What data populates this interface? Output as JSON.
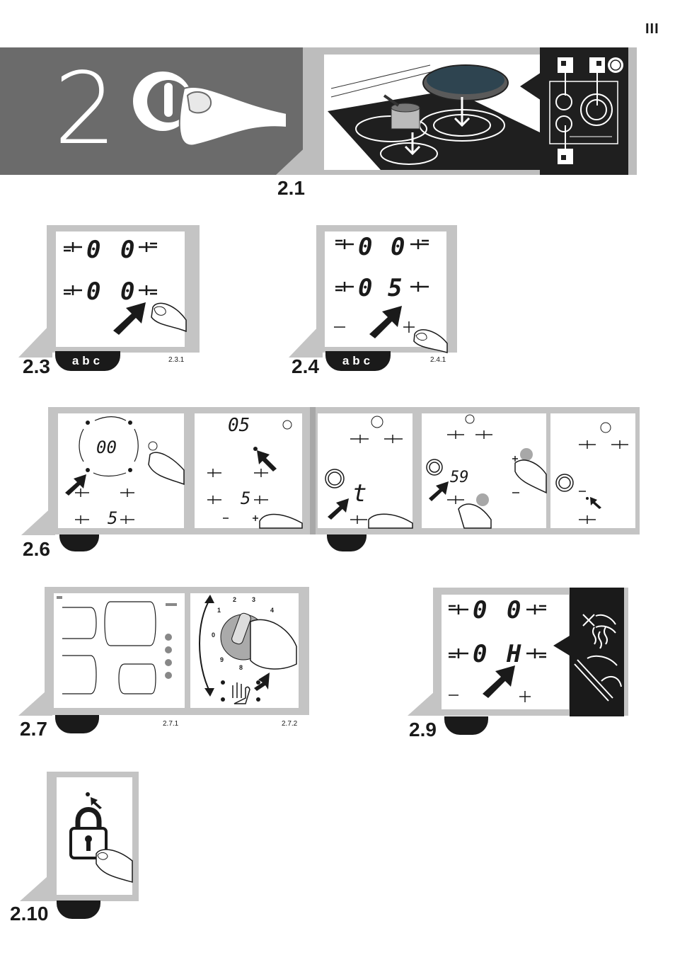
{
  "page": {
    "roman_numeral": "III",
    "chapter_number": "2"
  },
  "sections": {
    "s21": {
      "label": "2.1"
    },
    "s23": {
      "label": "2.3",
      "tab": "abc",
      "sub": "2.3.1",
      "display": {
        "top_left": "0",
        "top_right": "0",
        "bottom_left": "0",
        "bottom_right": "0"
      }
    },
    "s24": {
      "label": "2.4",
      "tab": "abc",
      "sub": "2.4.1",
      "display": {
        "top_left": "0",
        "top_right": "0",
        "bottom_left": "0",
        "bottom_right": "5"
      }
    },
    "s26": {
      "label": "2.6",
      "panel1": {
        "value": "00",
        "bottom": "5"
      },
      "panel2": {
        "value": "05",
        "bottom": "5"
      },
      "panel3": {
        "value": "t"
      },
      "panel4": {
        "value": "59"
      }
    },
    "s27": {
      "label": "2.7",
      "sub1": "2.7.1",
      "sub2": "2.7.2",
      "dial": [
        "1",
        "2",
        "3",
        "4",
        "9",
        "8",
        "0"
      ]
    },
    "s29": {
      "label": "2.9",
      "display": {
        "top_left": "0",
        "top_right": "0",
        "bottom_left": "0",
        "bottom_right": "H"
      }
    },
    "s210": {
      "label": "2.10"
    }
  },
  "colors": {
    "dark": "#1a1a1a",
    "grey_frame": "#c4c4c4",
    "hero_grey": "#6b6b6b"
  }
}
